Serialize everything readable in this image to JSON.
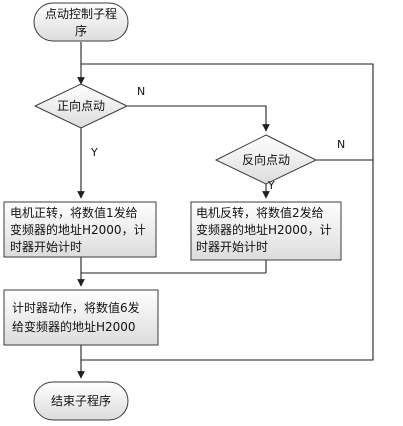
{
  "nodes": {
    "start": {
      "lines": [
        "点动控制子程",
        "序"
      ]
    },
    "forward_decision": {
      "text": "正向点动"
    },
    "reverse_decision": {
      "text": "反向点动"
    },
    "motor_forward": {
      "lines": [
        "电机正转，将数值1发给",
        "变频器的地址H2000，计",
        "时器开始计时"
      ]
    },
    "motor_reverse": {
      "lines": [
        "电机反转，将数值2发给",
        "变频器的地址H2000，计",
        "时器开始计时"
      ]
    },
    "timer_action": {
      "lines": [
        "计时器动作，将数值6发",
        "给变频器的地址H2000"
      ]
    },
    "end": {
      "text": "结束子程序"
    }
  },
  "edges": {
    "forward_no": "N",
    "forward_yes": "Y",
    "reverse_no": "N",
    "reverse_yes": "Y"
  },
  "colors": {
    "fill_top": "#ffffff",
    "fill_bottom": "#dcdcdc",
    "stroke": "#3c3c3c",
    "line": "#202020"
  }
}
